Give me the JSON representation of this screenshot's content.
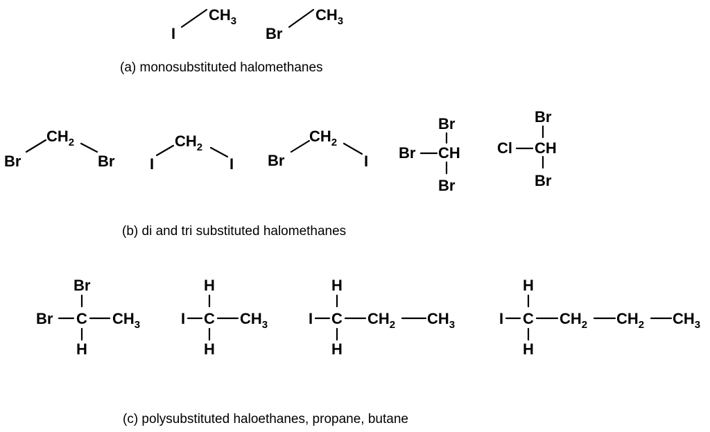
{
  "captions": {
    "a": "(a) monosubstituted halomethanes",
    "b": "(b) di and tri substituted halomethanes",
    "c": "(c) polysubstituted haloethanes, propane, butane"
  },
  "molecules": {
    "iodomethane": {
      "halogen": "I",
      "group": "CH",
      "group_sub": "3"
    },
    "bromomethane": {
      "halogen": "Br",
      "group": "CH",
      "group_sub": "3"
    },
    "dibromomethane": {
      "left": "Br",
      "center": "CH",
      "center_sub": "2",
      "right": "Br"
    },
    "diiodomethane": {
      "left": "I",
      "center": "CH",
      "center_sub": "2",
      "right": "I"
    },
    "bromoiodomethane": {
      "left": "Br",
      "center": "CH",
      "center_sub": "2",
      "right": "I"
    },
    "bromoform": {
      "top": "Br",
      "left": "Br",
      "center": "CH",
      "bottom": "Br"
    },
    "chlorodibromomethane": {
      "top": "Br",
      "left": "Cl",
      "center": "CH",
      "bottom": "Br"
    },
    "dibromoethane": {
      "top": "Br",
      "left": "Br",
      "center": "C",
      "bottom": "H",
      "chain": [
        {
          "text": "CH",
          "sub": "3"
        }
      ]
    },
    "iodoethane": {
      "top": "H",
      "left": "I",
      "center": "C",
      "bottom": "H",
      "chain": [
        {
          "text": "CH",
          "sub": "3"
        }
      ]
    },
    "iodopropane": {
      "top": "H",
      "left": "I",
      "center": "C",
      "bottom": "H",
      "chain": [
        {
          "text": "CH",
          "sub": "2"
        },
        {
          "text": "CH",
          "sub": "3"
        }
      ]
    },
    "iodobutane": {
      "top": "H",
      "left": "I",
      "center": "C",
      "bottom": "H",
      "chain": [
        {
          "text": "CH",
          "sub": "2"
        },
        {
          "text": "CH",
          "sub": "2"
        },
        {
          "text": "CH",
          "sub": "3"
        }
      ]
    }
  }
}
